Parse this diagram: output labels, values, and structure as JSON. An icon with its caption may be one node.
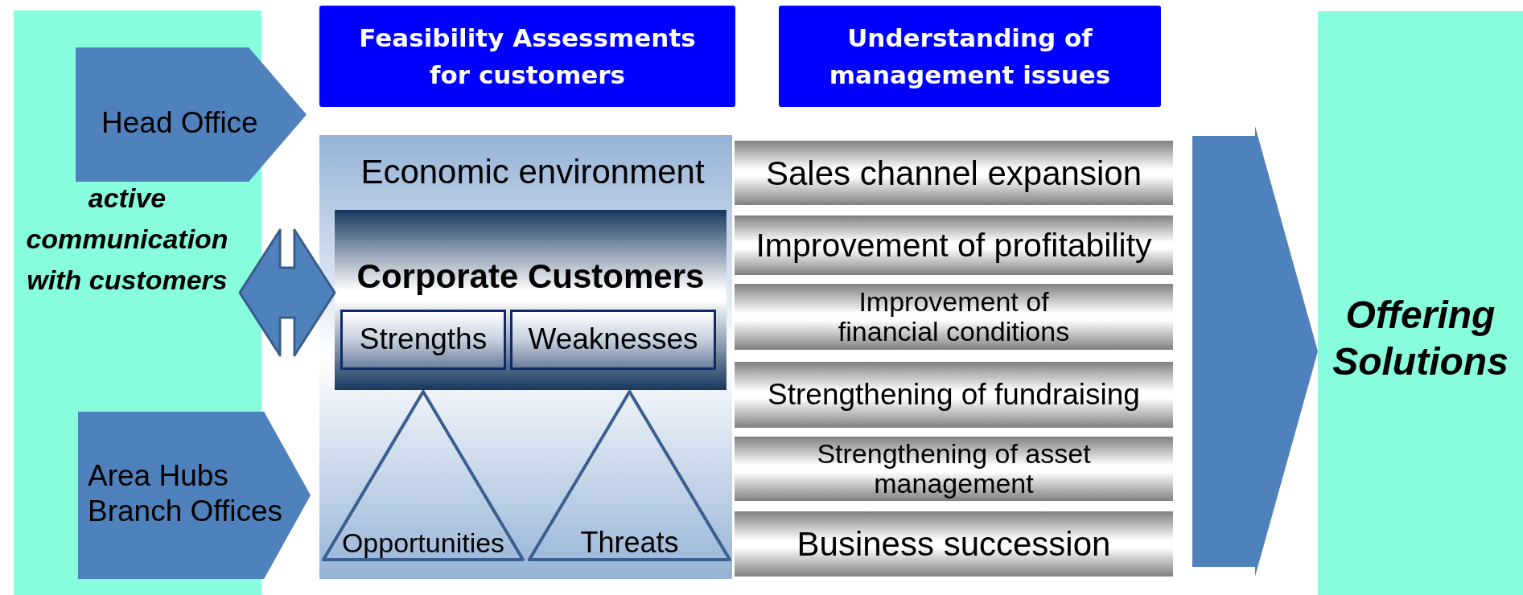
{
  "diagram": {
    "nodes": [
      {
        "text": [
          "active communication with customers"
        ]
      },
      {
        "text": [
          "Head Office"
        ]
      },
      {
        "text": [
          "Area Hubs Branch Offices"
        ]
      },
      {
        "text": [
          "Feasibility Assessments for customers"
        ]
      },
      {
        "text": [
          "Understanding of management issues"
        ]
      },
      {
        "text": [
          "Economic environment"
        ]
      },
      {
        "text": [
          "Corporate Customers"
        ],
        "in": 5
      },
      {
        "text": [
          "Strengths"
        ],
        "in": 6
      },
      {
        "text": [
          "Weaknesses"
        ],
        "in": 6
      },
      {
        "text": [
          "Opportunities"
        ],
        "in": 5
      },
      {
        "text": [
          "Threats"
        ],
        "in": 5
      },
      {
        "text": [
          "Sales channel expansion"
        ]
      },
      {
        "text": [
          "Improvement of profitability"
        ]
      },
      {
        "text": [
          "Improvement of financial conditions"
        ]
      },
      {
        "text": [
          "Strengthening of fundraising"
        ]
      },
      {
        "text": [
          "Strengthening of asset management"
        ]
      },
      {
        "text": [
          "Business succession"
        ]
      },
      {
        "text": [
          "Offering Solutions"
        ]
      }
    ],
    "edges": [
      {
        "from": 0,
        "to": 6,
        "arrow": "both"
      },
      {
        "from": null,
        "to": 17,
        "arrow": "to"
      }
    ]
  }
}
